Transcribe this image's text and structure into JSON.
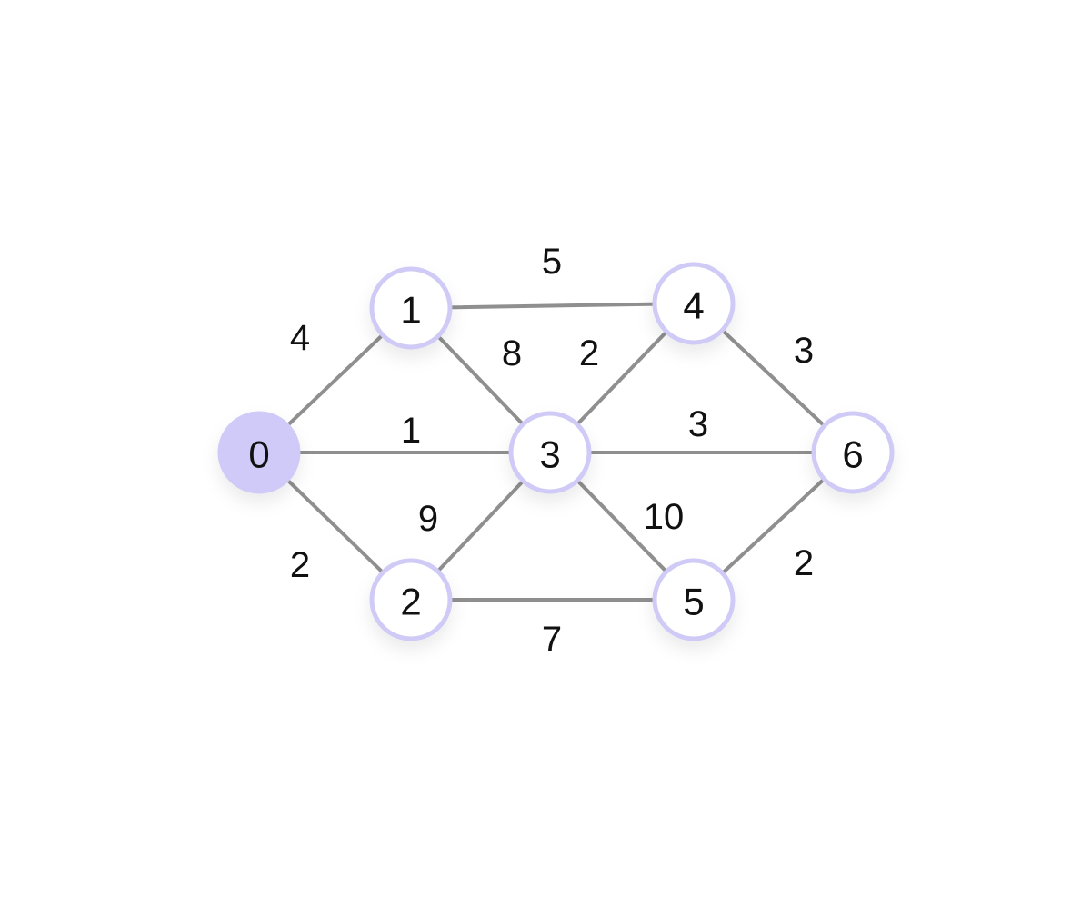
{
  "graph": {
    "colors": {
      "edge": "#8f8f8f",
      "node_fill": "#ffffff",
      "node_stroke": "#cfcaf6",
      "source_fill": "#cfcaf7",
      "text": "#111111"
    },
    "nodes": [
      {
        "id": "0",
        "label": "0",
        "highlighted": true
      },
      {
        "id": "1",
        "label": "1",
        "highlighted": false
      },
      {
        "id": "2",
        "label": "2",
        "highlighted": false
      },
      {
        "id": "3",
        "label": "3",
        "highlighted": false
      },
      {
        "id": "4",
        "label": "4",
        "highlighted": false
      },
      {
        "id": "5",
        "label": "5",
        "highlighted": false
      },
      {
        "id": "6",
        "label": "6",
        "highlighted": false
      }
    ],
    "edges": [
      {
        "from": "0",
        "to": "1",
        "weight": "4"
      },
      {
        "from": "0",
        "to": "3",
        "weight": "1"
      },
      {
        "from": "0",
        "to": "2",
        "weight": "2"
      },
      {
        "from": "1",
        "to": "4",
        "weight": "5"
      },
      {
        "from": "1",
        "to": "3",
        "weight": "8"
      },
      {
        "from": "2",
        "to": "3",
        "weight": "9"
      },
      {
        "from": "2",
        "to": "5",
        "weight": "7"
      },
      {
        "from": "3",
        "to": "4",
        "weight": "2"
      },
      {
        "from": "3",
        "to": "6",
        "weight": "3"
      },
      {
        "from": "3",
        "to": "5",
        "weight": "10"
      },
      {
        "from": "4",
        "to": "6",
        "weight": "3"
      },
      {
        "from": "5",
        "to": "6",
        "weight": "2"
      }
    ]
  }
}
